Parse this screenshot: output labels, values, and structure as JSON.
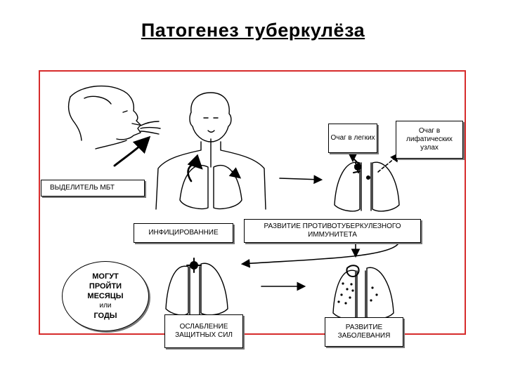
{
  "title": "Патогенез туберкулёза",
  "labels": {
    "lung_focus": "Очаг в легких",
    "lymph_focus": "Очаг в лифатических узлах",
    "excretor": "ВЫДЕЛИТЕЛЬ МБТ",
    "infection": "ИНФИЦИРОВАННИЕ",
    "immunity": "РАЗВИТИЕ ПРОТИВОТУБЕРКУЛЕЗНОГО ИММУНИТЕТА",
    "months_line1": "МОГУТ",
    "months_line2": "ПРОЙТИ",
    "months_line3": "МЕСЯЦЫ",
    "months_or": "или",
    "months_line4": "ГОДЫ",
    "weakening": "ОСЛАБЛЕНИЕ ЗАЩИТНЫХ СИЛ",
    "disease": "РАЗВИТИЕ ЗАБОЛЕВАНИЯ"
  },
  "colors": {
    "frame": "#d62b2b",
    "ink": "#000000"
  }
}
